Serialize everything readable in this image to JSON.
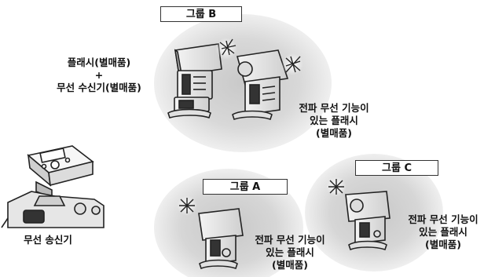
{
  "groups": {
    "b": {
      "label": "그룹 B"
    },
    "a": {
      "label": "그룹 A"
    },
    "c": {
      "label": "그룹 C"
    }
  },
  "optional_flash_with_receiver": {
    "line1": "플래시(별매품)",
    "line2": "+",
    "line3": "무선 수신기(별매품)"
  },
  "radio_flash_group_b": {
    "line1": "전파 무선 기능이",
    "line2": "있는 플래시",
    "line3": "(별매품)"
  },
  "radio_flash_group_a": {
    "line1": "전파 무선 기능이",
    "line2": "있는 플래시",
    "line3": "(별매품)"
  },
  "radio_flash_group_c": {
    "line1": "전파 무선 기능이",
    "line2": "있는 플래시",
    "line3": "(별매품)"
  },
  "transmitter": {
    "label": "무선 송신기"
  }
}
